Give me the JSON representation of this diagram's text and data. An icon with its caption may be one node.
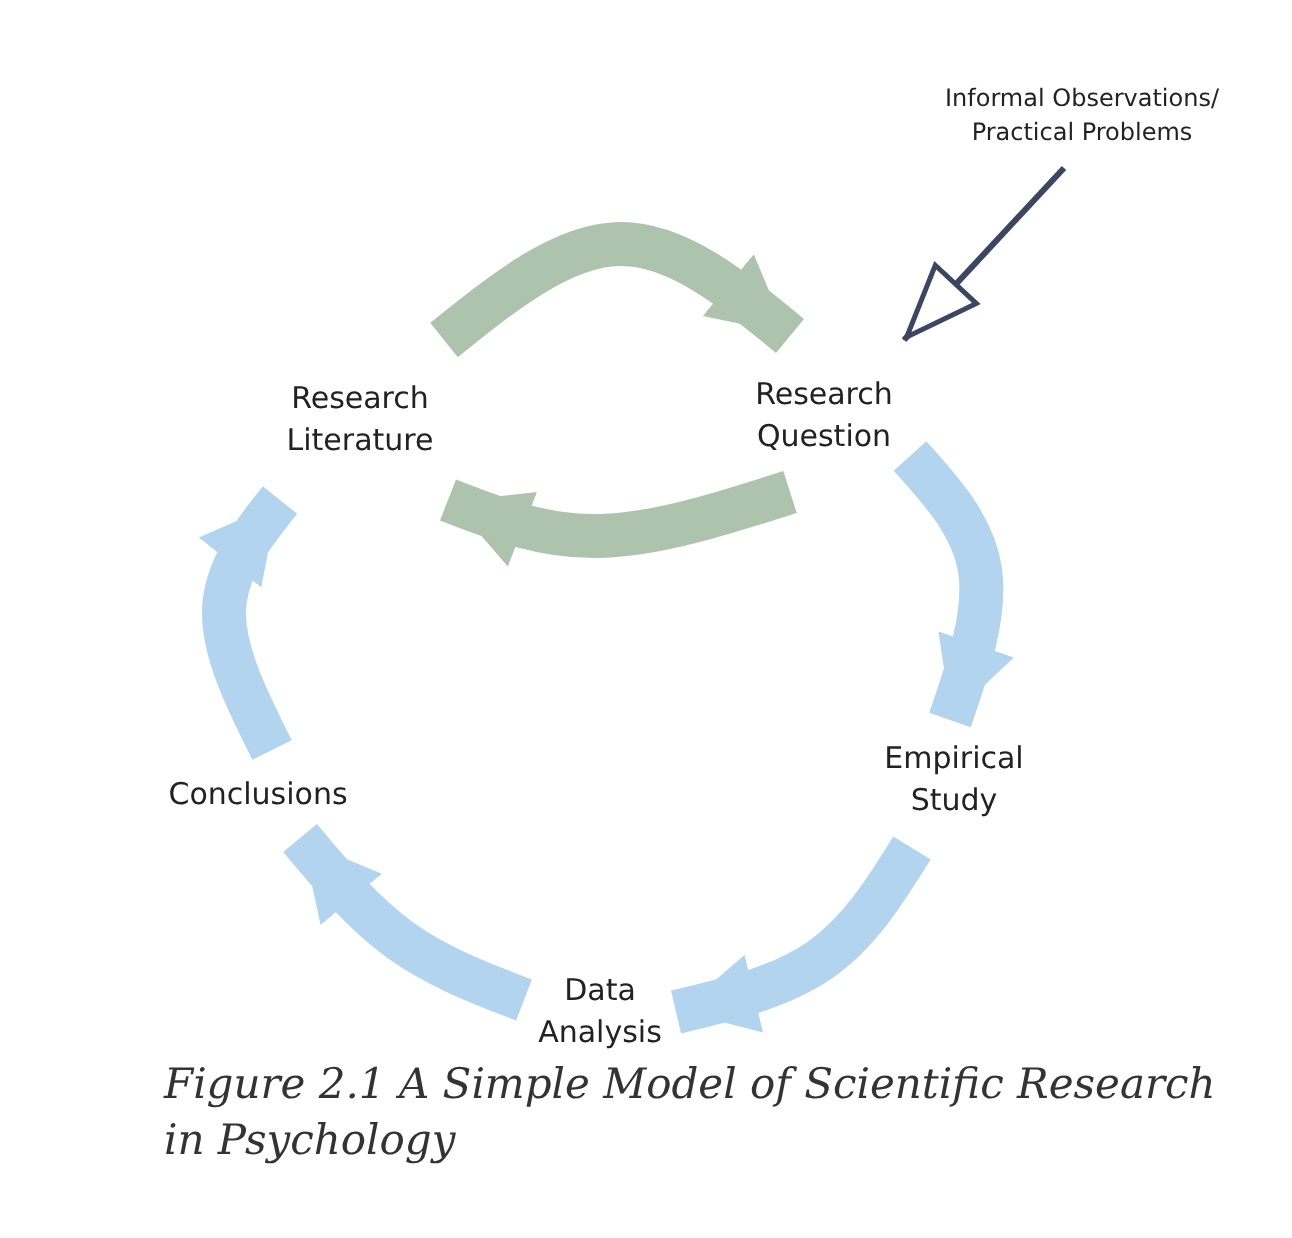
{
  "diagram": {
    "caption": "Figure 2.1 A Simple Model of Scientific Research in Psychology",
    "nodes": [
      {
        "text": [
          "Informal Observations/ Practical Problems"
        ]
      },
      {
        "text": [
          "Research Question"
        ]
      },
      {
        "text": [
          "Empirical Study"
        ]
      },
      {
        "text": [
          "Data Analysis"
        ]
      },
      {
        "text": [
          "Conclusions"
        ]
      },
      {
        "text": [
          "Research Literature"
        ]
      }
    ],
    "edges": [
      {
        "from": 0,
        "to": 1,
        "arrow": "to",
        "color": "#3d4660"
      },
      {
        "from": 5,
        "to": 1,
        "arrow": "to",
        "color": "#adc3ad"
      },
      {
        "from": 1,
        "to": 5,
        "arrow": "to",
        "color": "#adc3ad"
      },
      {
        "from": 1,
        "to": 2,
        "arrow": "to"
      },
      {
        "from": 2,
        "to": 3,
        "arrow": "to"
      },
      {
        "from": 3,
        "to": 4,
        "arrow": "to"
      },
      {
        "from": 4,
        "to": 5,
        "arrow": "to"
      }
    ]
  }
}
